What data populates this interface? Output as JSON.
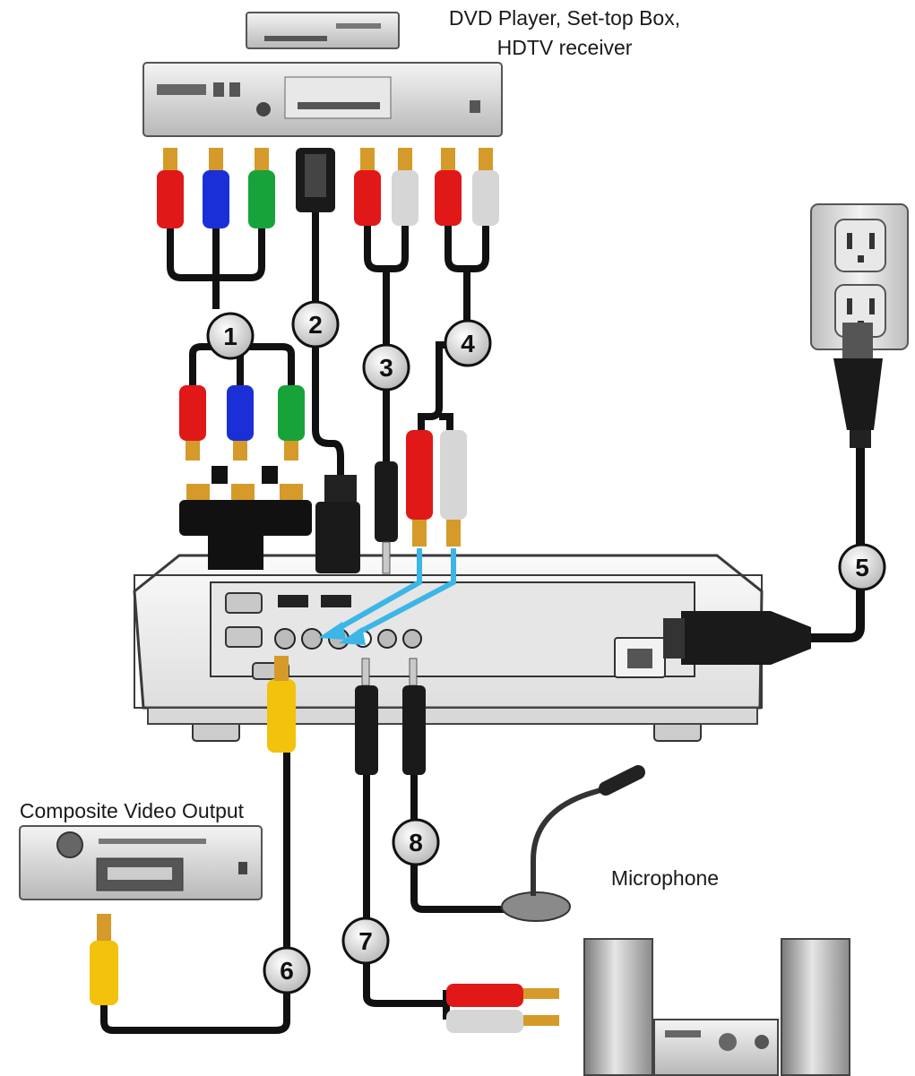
{
  "labels": {
    "dvd_line1": "DVD Player, Set-top Box,",
    "dvd_line2": "HDTV receiver",
    "composite": "Composite Video Output",
    "microphone": "Microphone"
  },
  "callouts": [
    "1",
    "2",
    "3",
    "4",
    "5",
    "6",
    "7",
    "8"
  ],
  "colors": {
    "red": "#e01818",
    "blue": "#1b2fd6",
    "green": "#17a33a",
    "white_plug": "#d6d6d6",
    "yellow": "#f2c20c",
    "gold": "#d59a2a",
    "cable": "#111111",
    "arrow": "#3bb6e6"
  }
}
